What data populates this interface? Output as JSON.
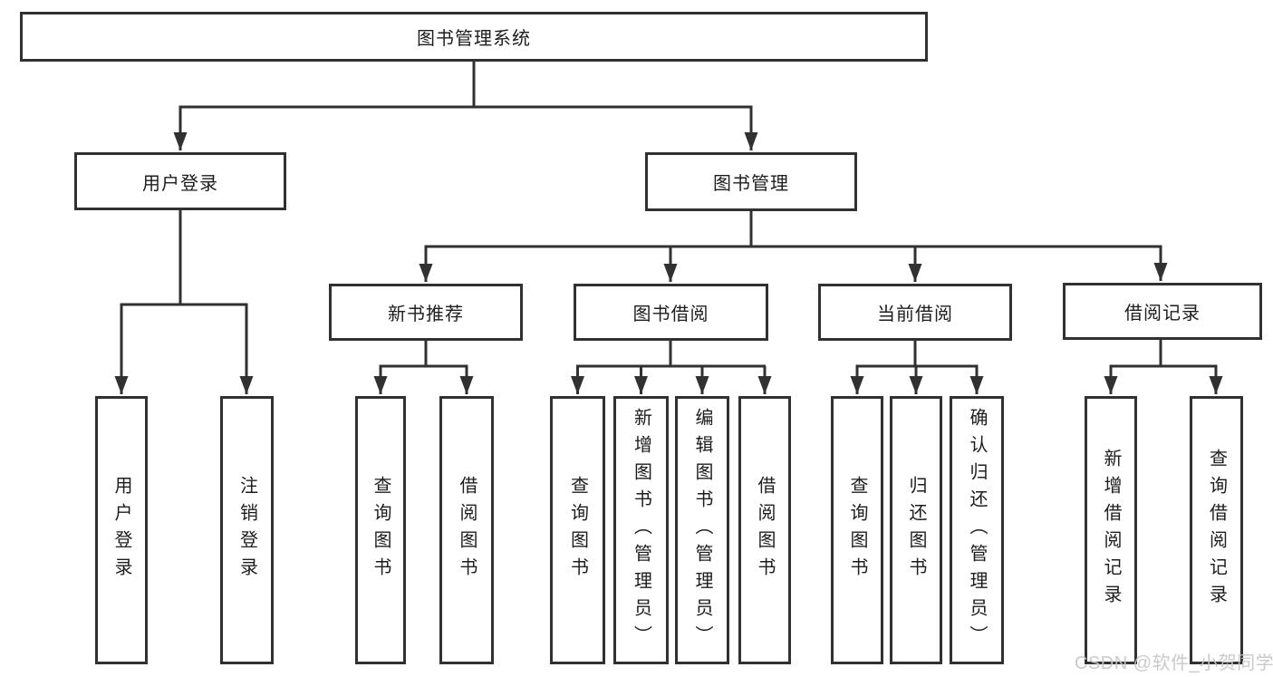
{
  "diagram_type": "hierarchy-tree",
  "colors": {
    "line": "#313131",
    "box_border": "#313131",
    "box_fill": "#ffffff",
    "text": "#1d1d1d",
    "watermark": "#c5c5c5"
  },
  "tree": {
    "root": {
      "label": "图书管理系统"
    },
    "branches": [
      {
        "label": "用户登录",
        "children": [
          {
            "label": "用户登录"
          },
          {
            "label": "注销登录"
          }
        ]
      },
      {
        "label": "图书管理",
        "children": [
          {
            "label": "新书推荐",
            "children": [
              {
                "label": "查询图书"
              },
              {
                "label": "借阅图书"
              }
            ]
          },
          {
            "label": "图书借阅",
            "children": [
              {
                "label": "查询图书"
              },
              {
                "label": "新增图书（管理员）"
              },
              {
                "label": "编辑图书（管理员）"
              },
              {
                "label": "借阅图书"
              }
            ]
          },
          {
            "label": "当前借阅",
            "children": [
              {
                "label": "查询图书"
              },
              {
                "label": "归还图书"
              },
              {
                "label": "确认归还（管理员）"
              }
            ]
          },
          {
            "label": "借阅记录",
            "children": [
              {
                "label": "新增借阅记录"
              },
              {
                "label": "查询借阅记录"
              }
            ]
          }
        ]
      }
    ]
  },
  "watermark": {
    "text": "CSDN @软件_小贺同学"
  }
}
